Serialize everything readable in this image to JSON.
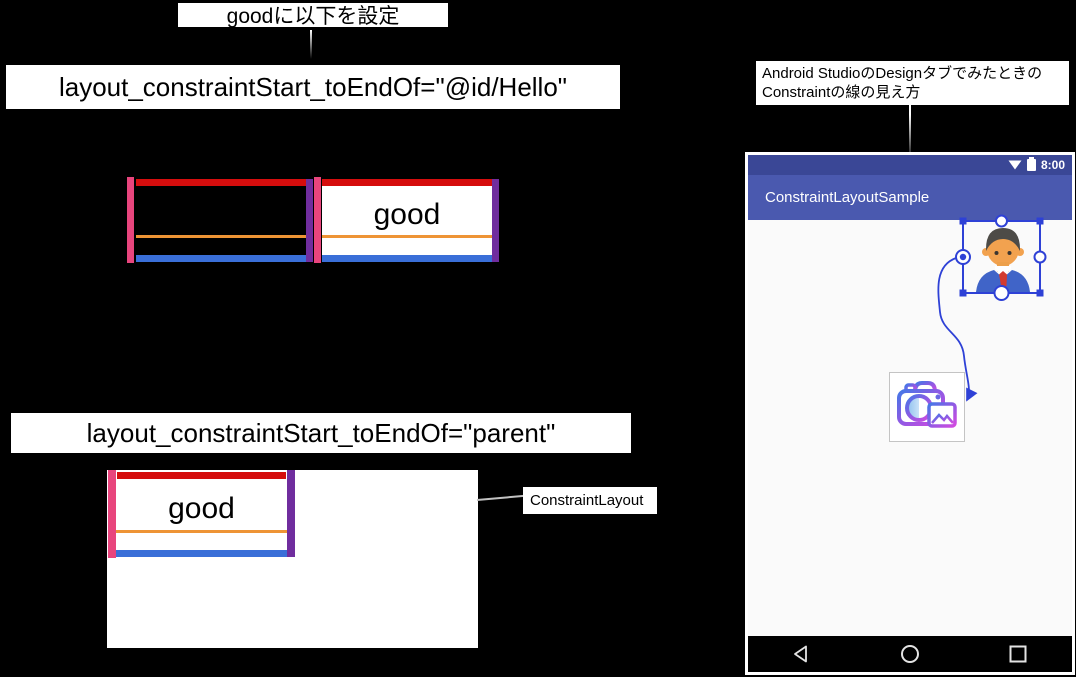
{
  "annotations": {
    "top_label": "goodに以下を設定",
    "code_hello": "layout_constraintStart_toEndOf=\"@id/Hello\"",
    "code_parent": "layout_constraintStart_toEndOf=\"parent\"",
    "constraint_layout_label": "ConstraintLayout",
    "design_note_line1": "Android StudioのDesignタブでみたときの",
    "design_note_line2": "Constraintの線の見え方"
  },
  "diagram_top": {
    "good_label": "good"
  },
  "diagram_bottom": {
    "good_label": "good"
  },
  "constraint_colors": {
    "start_edge_pink": "#E8457D",
    "top_edge_red": "#D50D0D",
    "end_edge_purple": "#702D9E",
    "bottom_edge_blue": "#3A6FD8",
    "baseline_orange": "#EE9435"
  },
  "phone": {
    "status_time": "8:00",
    "app_title": "ConstraintLayoutSample",
    "colors": {
      "status_bar": "#3A4796",
      "app_bar": "#4A59AF",
      "content_bg": "#FAFAFA",
      "selection_blue": "#2E41D6",
      "nav_bar": "#000000",
      "camera_gradient": [
        "#4577E6",
        "#8A5BE4",
        "#D24AE0"
      ]
    },
    "icons": {
      "status": [
        "wifi-icon",
        "battery-icon"
      ],
      "nav": [
        "back-icon",
        "home-icon",
        "recents-icon"
      ],
      "widgets": [
        "avatar-image",
        "camera-image",
        "constraint-arrow"
      ]
    }
  }
}
